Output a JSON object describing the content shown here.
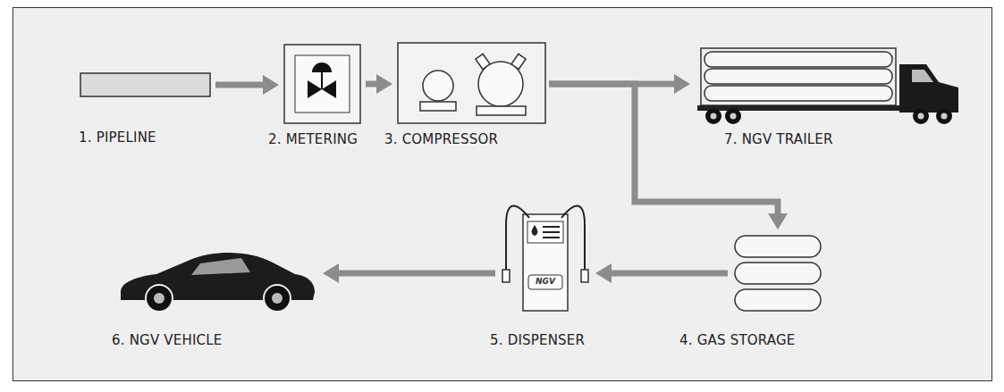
{
  "diagram": {
    "nodes": [
      {
        "text": [
          "1. PIPELINE"
        ]
      },
      {
        "text": [
          "2. METERING"
        ]
      },
      {
        "text": [
          "3. COMPRESSOR"
        ]
      },
      {
        "text": [
          "7. NGV TRAILER"
        ]
      },
      {
        "text": [
          "4. GAS STORAGE"
        ]
      },
      {
        "text": [
          "5. DISPENSER"
        ]
      },
      {
        "text": [
          "6. NGV VEHICLE"
        ]
      }
    ],
    "edges": [
      {
        "from": 0,
        "to": 1,
        "arrow": "to"
      },
      {
        "from": 1,
        "to": 2,
        "arrow": "to"
      },
      {
        "from": 2,
        "to": 3,
        "arrow": "to"
      },
      {
        "from": 2,
        "to": 4,
        "arrow": "to"
      },
      {
        "from": 4,
        "to": 5,
        "arrow": "to"
      },
      {
        "from": 5,
        "to": 6,
        "arrow": "to"
      }
    ],
    "labels": [
      "NGV"
    ]
  }
}
